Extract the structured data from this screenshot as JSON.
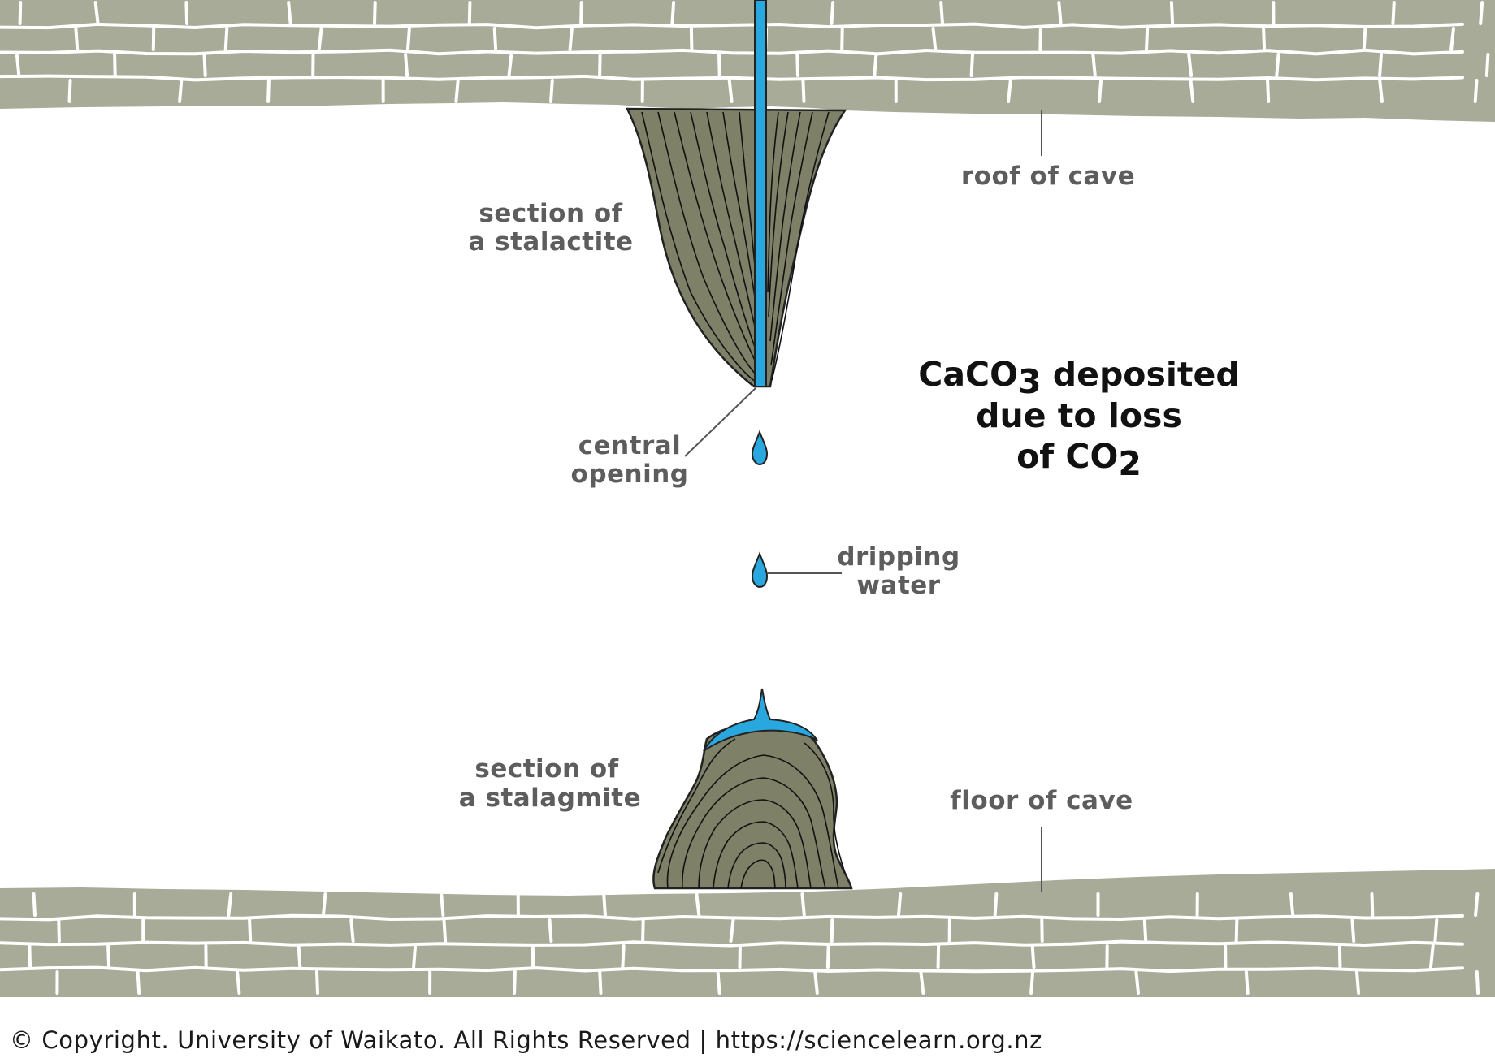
{
  "labels": {
    "roof": "roof of cave",
    "floor": "floor of cave",
    "stalactite_l1": "section of",
    "stalactite_l2": "a stalactite",
    "stalagmite_l1": "section of",
    "stalagmite_l2": "a stalagmite",
    "opening_l1": "central",
    "opening_l2": "opening",
    "water_l1": "dripping",
    "water_l2": "water"
  },
  "caption": {
    "line1_a": "CaCO",
    "line1_sub": "3",
    "line1_b": " deposited",
    "line2": "due to loss",
    "line3_a": "of CO",
    "line3_sub": "2"
  },
  "copyright": "© Copyright. University of Waikato. All Rights Reserved | https://sciencelearn.org.nz",
  "colors": {
    "rock": "#a8ab98",
    "rock_dark": "#7e8168",
    "water": "#29a8e0",
    "outline": "#222222",
    "mortar": "#ffffff"
  }
}
